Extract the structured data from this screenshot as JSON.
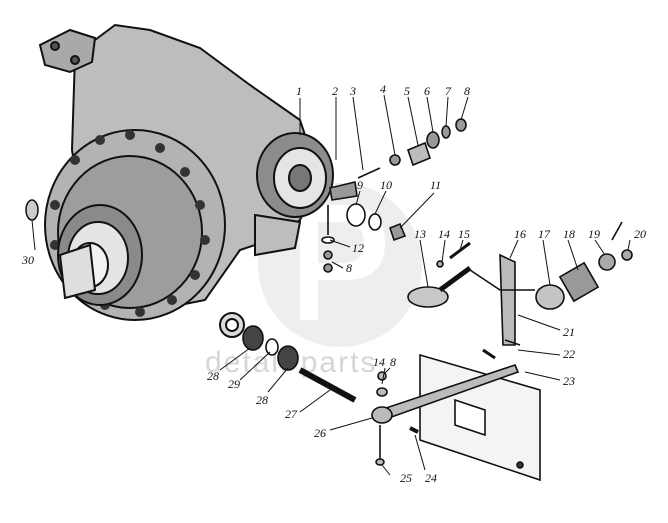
{
  "watermark": {
    "text": "detali-parts"
  },
  "callouts": [
    {
      "id": "c1",
      "label": "1"
    },
    {
      "id": "c2",
      "label": "2"
    },
    {
      "id": "c3",
      "label": "3"
    },
    {
      "id": "c4",
      "label": "4"
    },
    {
      "id": "c5",
      "label": "5"
    },
    {
      "id": "c6",
      "label": "6"
    },
    {
      "id": "c7",
      "label": "7"
    },
    {
      "id": "c8top",
      "label": "8"
    },
    {
      "id": "c9",
      "label": "9"
    },
    {
      "id": "c10",
      "label": "10"
    },
    {
      "id": "c11",
      "label": "11"
    },
    {
      "id": "c12",
      "label": "12"
    },
    {
      "id": "c8mid",
      "label": "8"
    },
    {
      "id": "c13",
      "label": "13"
    },
    {
      "id": "c14a",
      "label": "14"
    },
    {
      "id": "c15",
      "label": "15"
    },
    {
      "id": "c16",
      "label": "16"
    },
    {
      "id": "c17",
      "label": "17"
    },
    {
      "id": "c18",
      "label": "18"
    },
    {
      "id": "c19",
      "label": "19"
    },
    {
      "id": "c20",
      "label": "20"
    },
    {
      "id": "c21",
      "label": "21"
    },
    {
      "id": "c22",
      "label": "22"
    },
    {
      "id": "c23",
      "label": "23"
    },
    {
      "id": "c24",
      "label": "24"
    },
    {
      "id": "c25",
      "label": "25"
    },
    {
      "id": "c26",
      "label": "26"
    },
    {
      "id": "c27",
      "label": "27"
    },
    {
      "id": "c28a",
      "label": "28"
    },
    {
      "id": "c29",
      "label": "29"
    },
    {
      "id": "c28b",
      "label": "28"
    },
    {
      "id": "c14b",
      "label": "14"
    },
    {
      "id": "c8low",
      "label": "8"
    },
    {
      "id": "c30",
      "label": "30"
    }
  ]
}
